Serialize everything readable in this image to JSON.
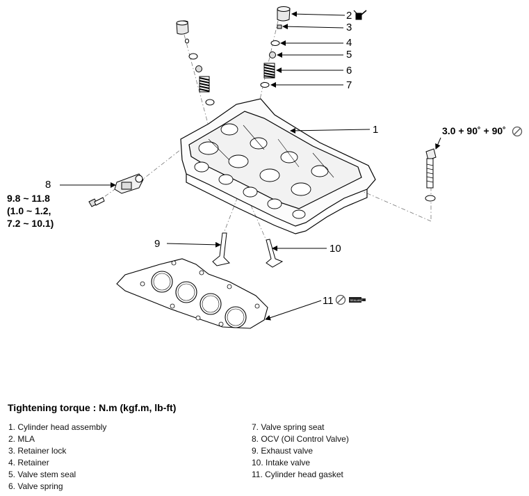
{
  "callouts": {
    "c1": "1",
    "c2": "2",
    "c3": "3",
    "c4": "4",
    "c5": "5",
    "c6": "6",
    "c7": "7",
    "c8": "8",
    "c9": "9",
    "c10": "10",
    "c11": "11"
  },
  "torque_bolt": "3.0 + 90˚ + 90˚",
  "torque_ocv": [
    "9.8 ~ 11.8",
    "(1.0 ~ 1.2,",
    "7.2 ~ 10.1)"
  ],
  "sealant_label": "SEALANT",
  "heading": "Tightening torque : N.m (kgf.m, lb-ft)",
  "legend_left": [
    "1. Cylinder head assembly",
    "2. MLA",
    "3. Retainer lock",
    "4. Retainer",
    "5. Valve stem seal",
    "6. Valve spring"
  ],
  "legend_right": [
    "7. Valve spring seat",
    "8. OCV (Oil Control Valve)",
    "9. Exhaust valve",
    "10. Intake valve",
    "11. Cylinder head gasket"
  ],
  "icons": [
    "do-not-reuse-icon",
    "lubricate-icon",
    "sealant-tube-icon"
  ]
}
